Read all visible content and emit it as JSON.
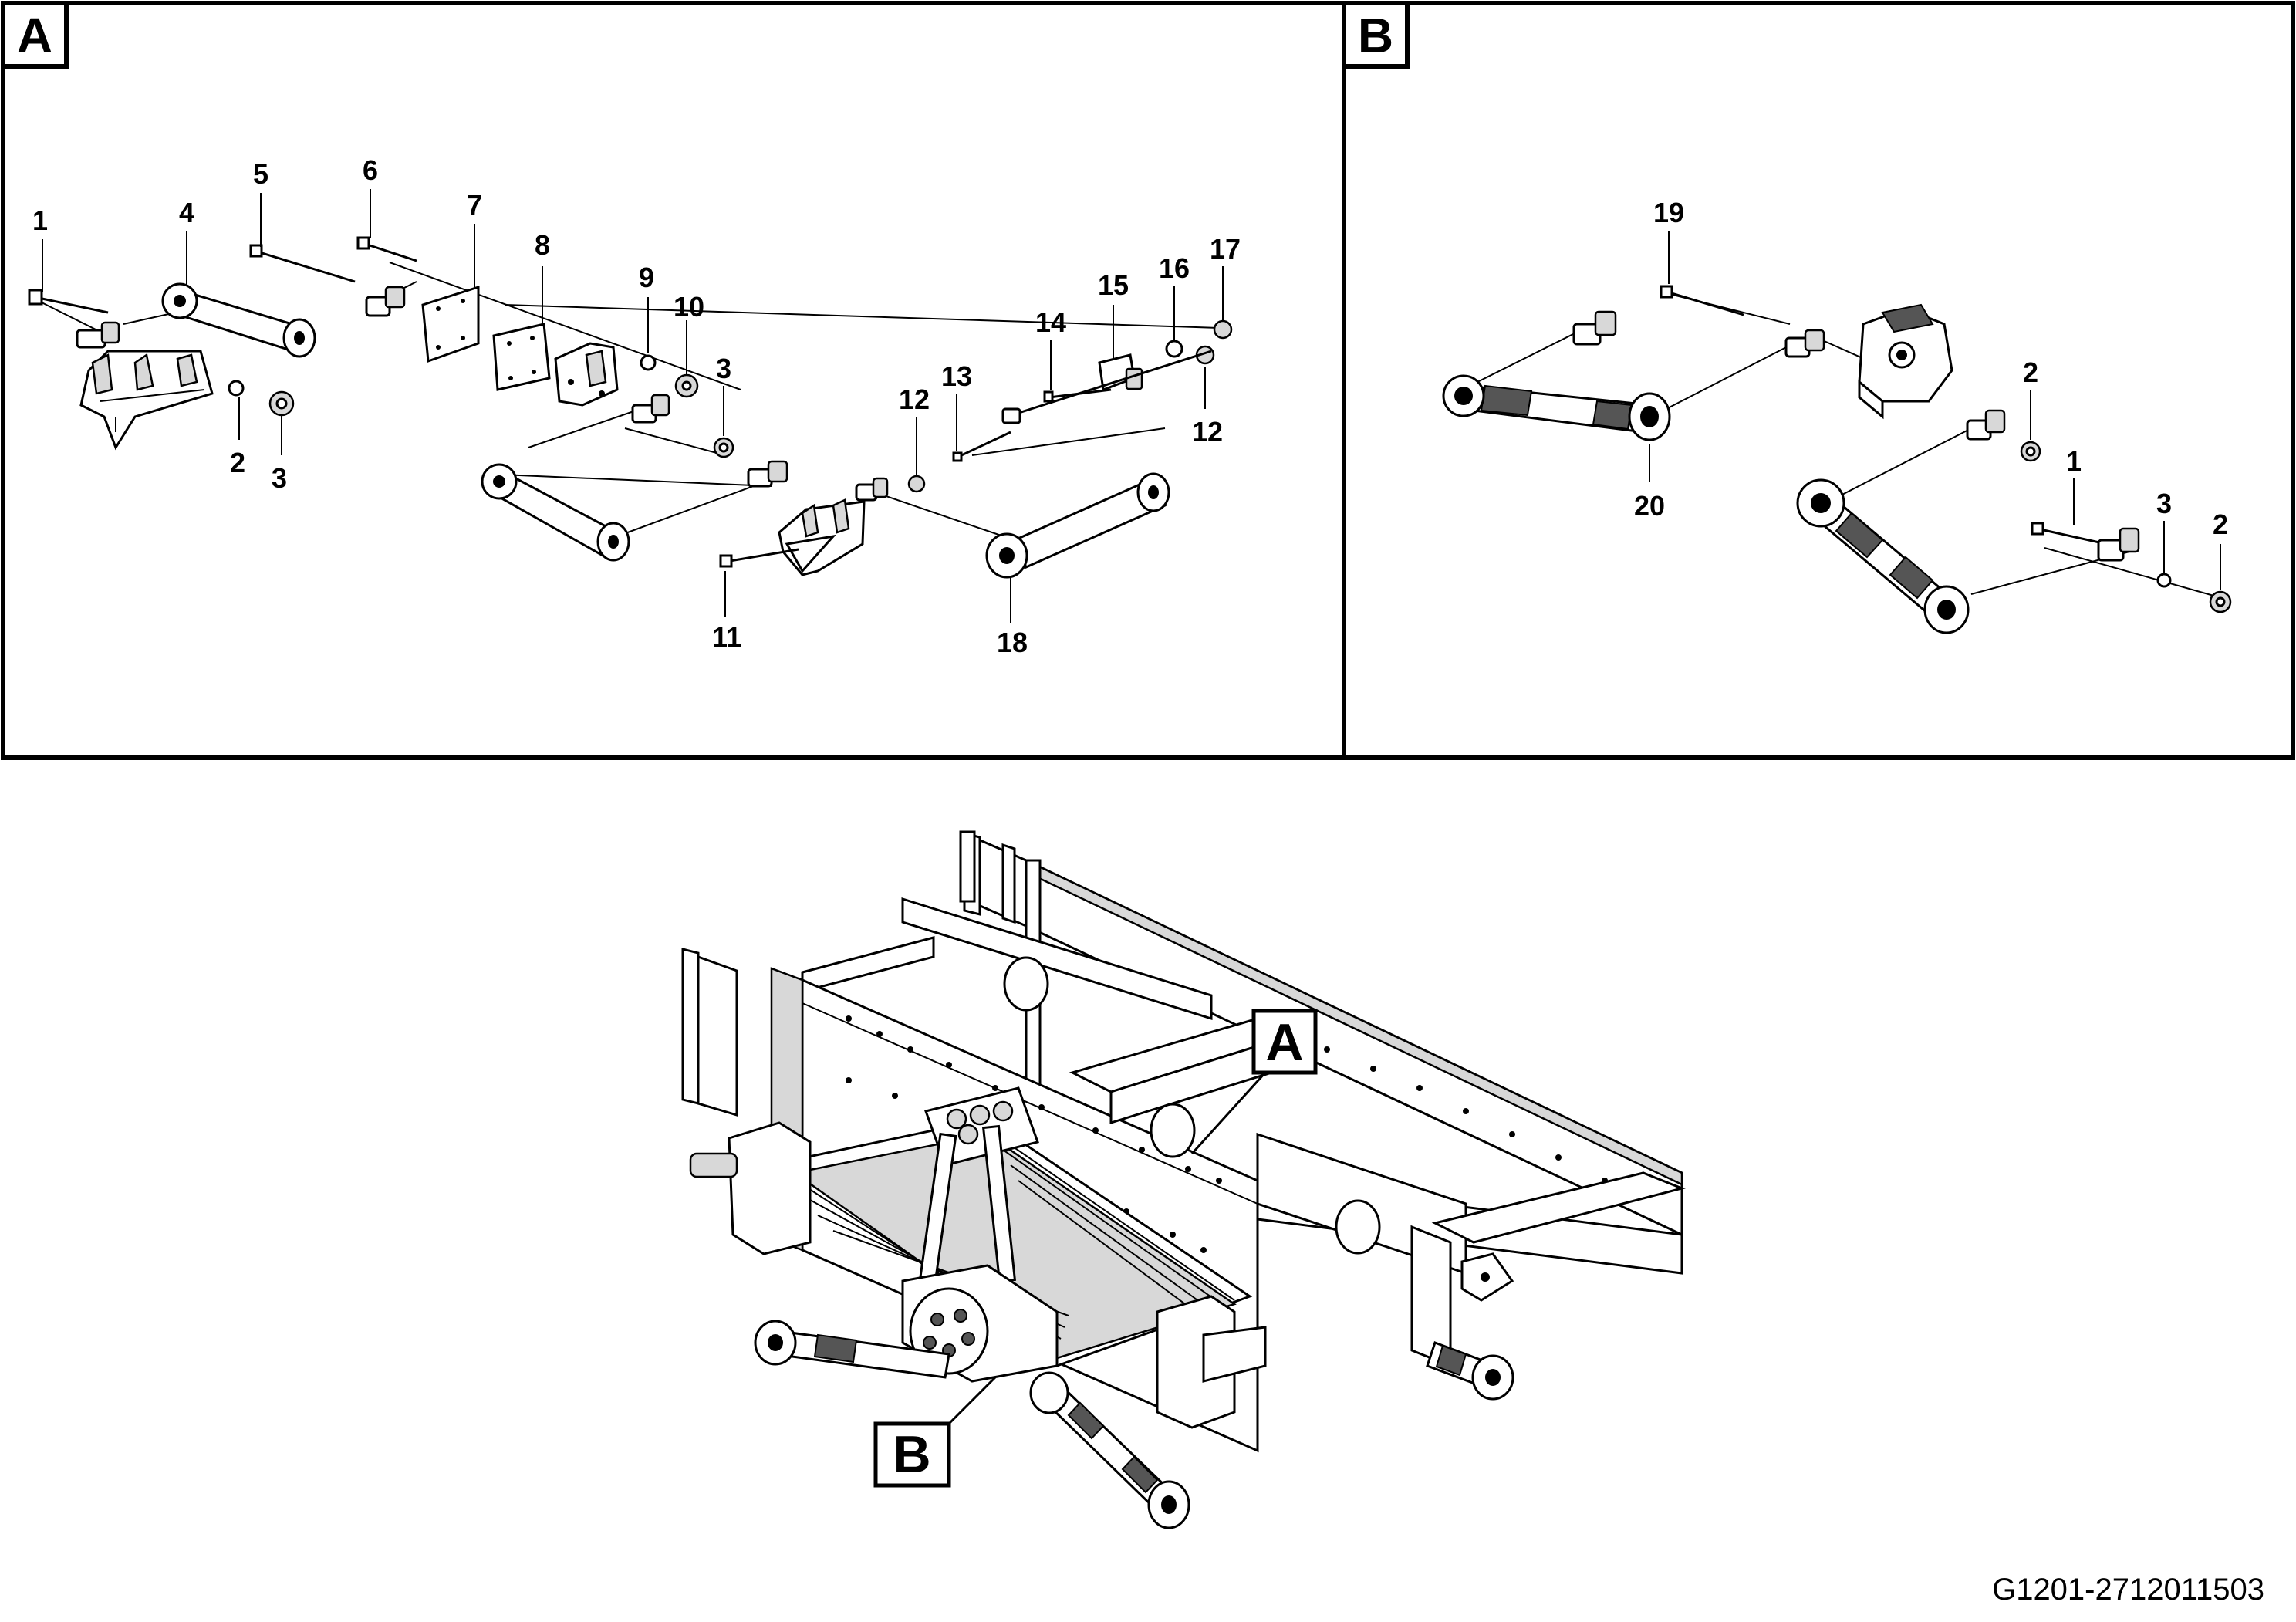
{
  "panels": [
    {
      "id": "A",
      "letter": "A"
    },
    {
      "id": "B",
      "letter": "B"
    }
  ],
  "panel_a_labels": [
    "1",
    "2",
    "3",
    "4",
    "5",
    "6",
    "7",
    "8",
    "9",
    "10",
    "3",
    "12",
    "13",
    "14",
    "15",
    "16",
    "17",
    "12",
    "11",
    "18"
  ],
  "panel_b_labels": [
    "19",
    "20",
    "2",
    "1",
    "3",
    "2"
  ],
  "callouts": [
    {
      "id": "A",
      "letter": "A"
    },
    {
      "id": "B",
      "letter": "B"
    }
  ],
  "drawing_code": "G1201-2712011503"
}
